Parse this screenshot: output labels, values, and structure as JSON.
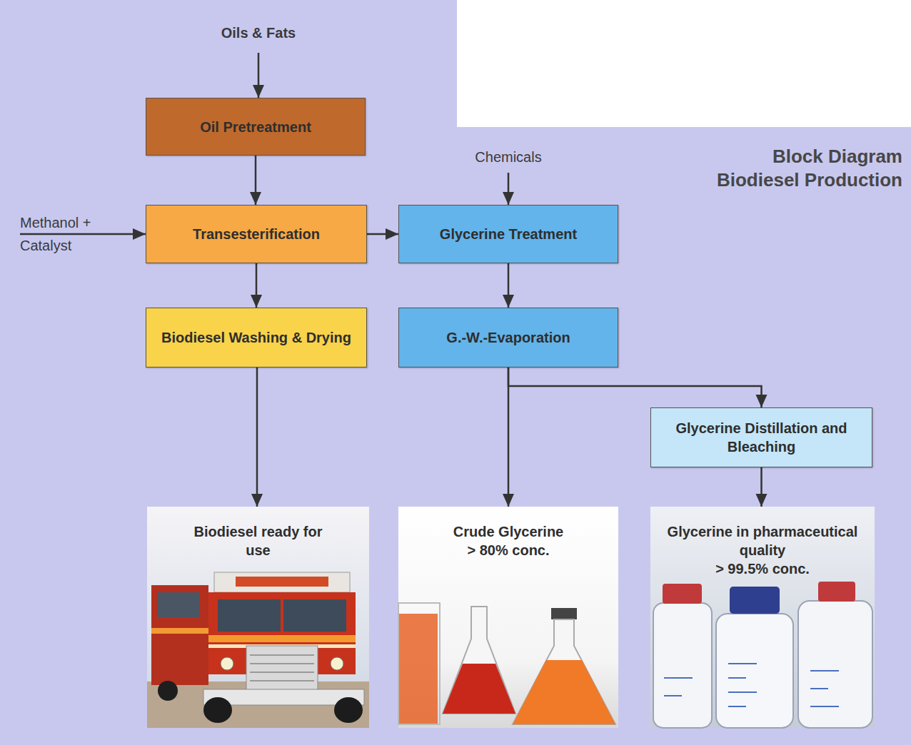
{
  "diagram": {
    "title": "Block Diagram Biodiesel Production",
    "nodes": [
      {
        "text": [
          "Oil Pretreatment"
        ]
      },
      {
        "text": [
          "Transesterification"
        ]
      },
      {
        "text": [
          "Glycerine Treatment"
        ]
      },
      {
        "text": [
          "Biodiesel Washing & Drying"
        ]
      },
      {
        "text": [
          "G.-W.-Evaporation"
        ]
      },
      {
        "text": [
          "Glycerine Distillation and Bleaching"
        ]
      },
      {
        "text": [
          "Biodiesel ready for use"
        ]
      },
      {
        "text": [
          "Crude Glycerine",
          "> 80% conc."
        ]
      },
      {
        "text": [
          "Glycerine in pharmaceutical quality",
          "> 99.5% conc."
        ]
      }
    ],
    "edges": [
      {
        "from": 0,
        "to": 1,
        "arrow": "to"
      },
      {
        "from": 1,
        "to": 2,
        "arrow": "to"
      },
      {
        "from": 1,
        "to": 3,
        "arrow": "to"
      },
      {
        "from": 2,
        "to": 4,
        "arrow": "to"
      },
      {
        "from": 3,
        "to": 6,
        "arrow": "to"
      },
      {
        "from": 4,
        "to": 7,
        "arrow": "to"
      },
      {
        "from": 4,
        "to": 5,
        "arrow": "to"
      },
      {
        "from": 5,
        "to": 8,
        "arrow": "to"
      }
    ],
    "labels": [
      "Oils & Fats",
      "Chemicals",
      "Methanol + Catalyst"
    ]
  }
}
